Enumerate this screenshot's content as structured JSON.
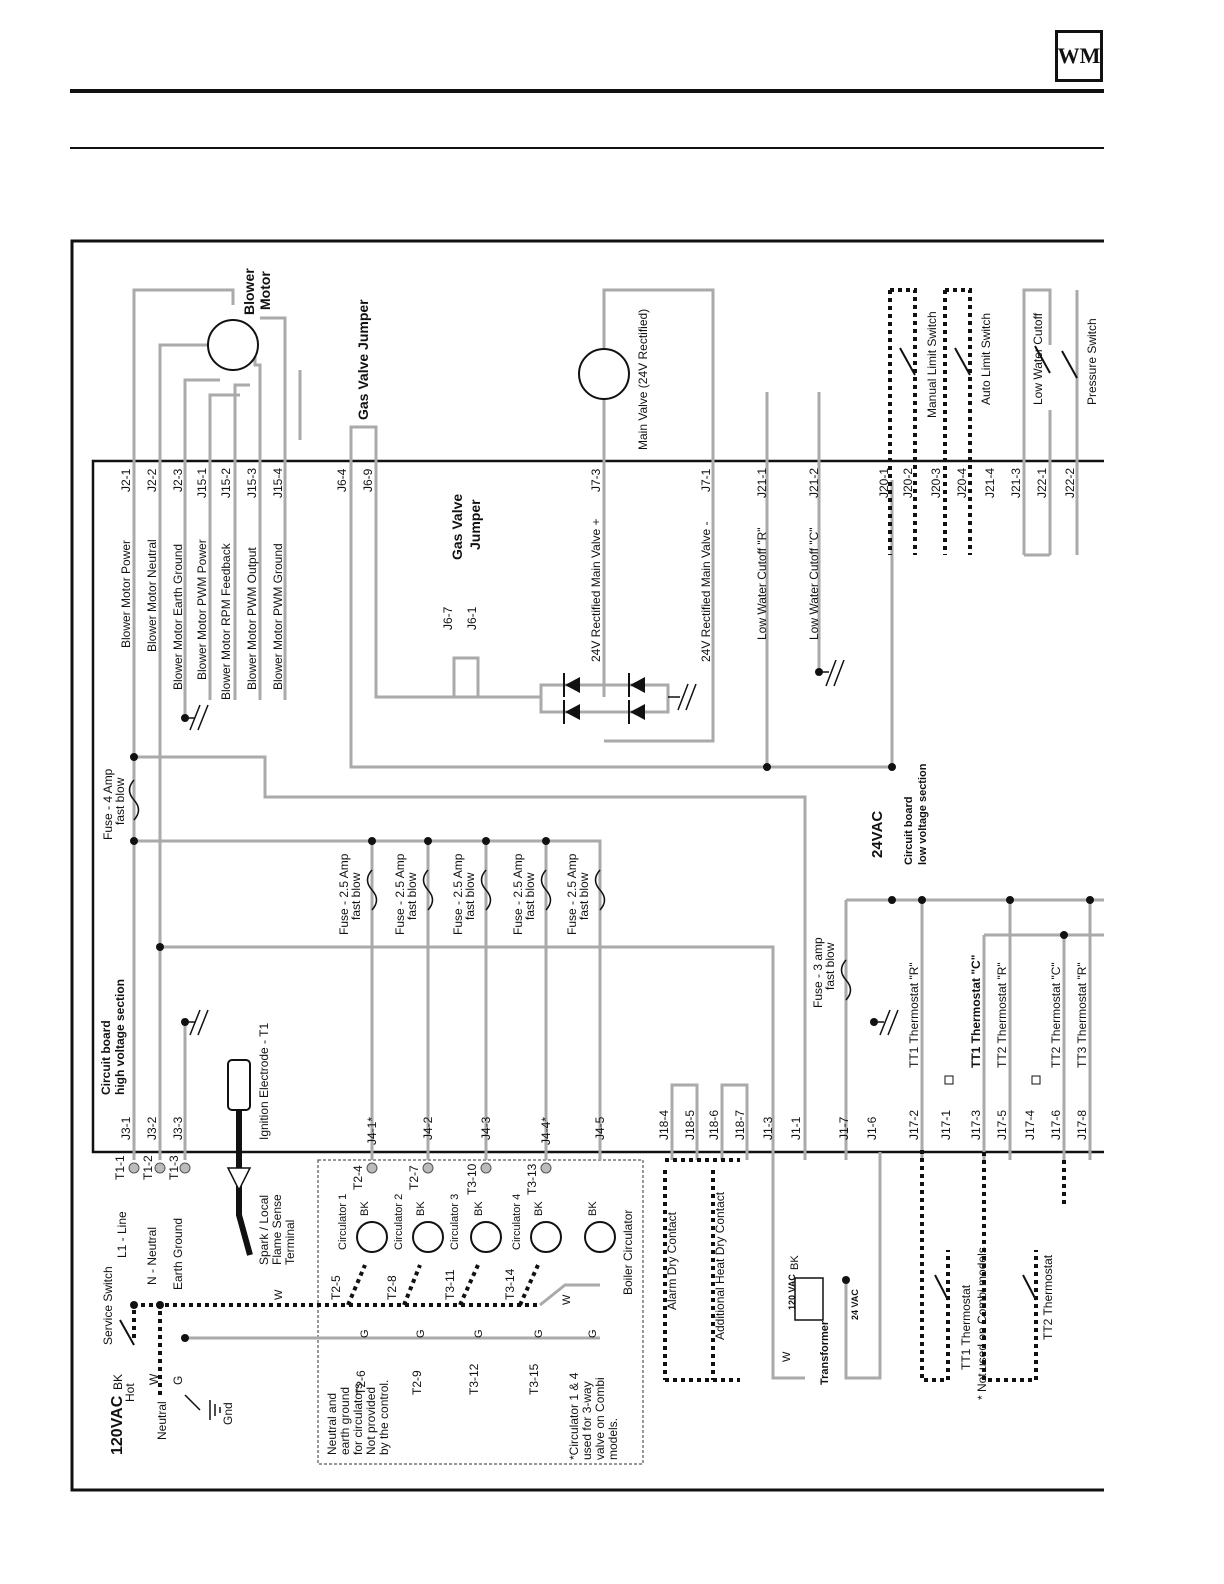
{
  "logo": {
    "text": "WM"
  },
  "high_voltage": {
    "supply": "120VAC",
    "hot": "Hot",
    "bk": "BK",
    "neutral": "Neutral",
    "w": "W",
    "g": "G",
    "gnd": "Gnd",
    "service_switch": "Service Switch",
    "l1_line": "L1 - Line",
    "n_neutral": "N - Neutral",
    "earth_ground": "Earth Ground",
    "spark": "Spark / Local",
    "flame_sense": "Flame Sense",
    "terminal": "Terminal",
    "ignition_electrode": "Ignition Electrode - T1",
    "board_title_1": "Circuit board",
    "board_title_2": "high voltage section",
    "fuse4_1": "Fuse  - 4 Amp",
    "fuse4_2": "fast blow",
    "fuse25_1": "Fuse  - 2.5 Amp",
    "fuse25_2": "fast blow",
    "fuse3_1": "Fuse  - 3 amp",
    "fuse3_2": "fast blow",
    "circ_note": [
      "Neutral and",
      "earth ground",
      "for circulators",
      "Not provided",
      "by the control."
    ],
    "combi_note": [
      "*Circulator 1 & 4",
      "used for 3-way",
      "valve on Combi",
      "models."
    ],
    "circulators": [
      "Circulator 1",
      "Circulator 2",
      "Circulator 3",
      "Circulator 4",
      "Boiler Circulator"
    ],
    "t_terms": [
      "T1-1",
      "T1-2",
      "T1-3",
      "T2-4",
      "T2-7",
      "T3-10",
      "T3-13",
      "T2-5",
      "T2-8",
      "T3-11",
      "T3-14",
      "T2-6",
      "T2-9",
      "T3-12",
      "T3-15"
    ],
    "j_terms": [
      "J3-1",
      "J3-2",
      "J3-3",
      "J4-1*",
      "J4-2",
      "J4-3",
      "J4-4*",
      "J4-5",
      "J18-4",
      "J18-5",
      "J18-6",
      "J18-7",
      "J1-3",
      "J1-1",
      "J1-7",
      "J1-6"
    ],
    "alarm": "Alarm Dry Contact",
    "addl_heat": "Additional Heat Dry Contact"
  },
  "blower": {
    "motor_1": "Blower",
    "motor_2": "Motor",
    "labels": [
      "Blower Motor Power",
      "Blower Motor Neutral",
      "Blower Motor Earth Ground",
      "Blower Motor PWM Power",
      "Blower Motor RPM Feedback",
      "Blower Motor PWM Output",
      "Blower Motor PWM Ground"
    ],
    "terms": [
      "J2-1",
      "J2-2",
      "J2-3",
      "J15-1",
      "J15-2",
      "J15-3",
      "J15-4"
    ]
  },
  "gas_valve": {
    "jumper_top": "Gas Valve Jumper",
    "jumper_1": "Gas Valve",
    "jumper_2": "Jumper",
    "terms": [
      "J6-4",
      "J6-9",
      "J6-7",
      "J6-1",
      "J7-3",
      "J7-1"
    ],
    "plus": "24V Rectified Main Valve +",
    "minus": "24V Rectified Main Valve -",
    "main_valve": "Main Valve (24V Rectified)"
  },
  "low_voltage": {
    "v24": "24VAC",
    "board_title_1": "Circuit board",
    "board_title_2": "low voltage section",
    "lwco_r": "Low Water Cutoff  \"R\"",
    "lwco_c": "Low Water Cutoff  \"C\"",
    "terms_top": [
      "J21-1",
      "J21-2",
      "J20-1",
      "J20-2",
      "J20-3",
      "J20-4",
      "J21-4",
      "J21-3",
      "J22-1",
      "J22-2"
    ],
    "switches": [
      "Manual Limit Switch",
      "Auto Limit Switch",
      "Low Water Cutoff",
      "Pressure Switch"
    ],
    "tt": [
      "TT1 Thermostat \"R\"",
      "TT1 Thermostat \"C\"",
      "TT2 Thermostat \"R\"",
      "TT2 Thermostat \"C\"",
      "TT3 Thermostat \"R\""
    ],
    "j17": [
      "J17-2",
      "J17-1",
      "J17-3",
      "J17-5",
      "J17-4",
      "J17-6",
      "J17-8"
    ],
    "transformer": "Transformer",
    "v120": "120 VAC",
    "v24s": "24 VAC",
    "tt1": "TT1 Thermostat",
    "tt1_note": "* Not used on Combi models",
    "tt2": "TT2 Thermostat"
  }
}
